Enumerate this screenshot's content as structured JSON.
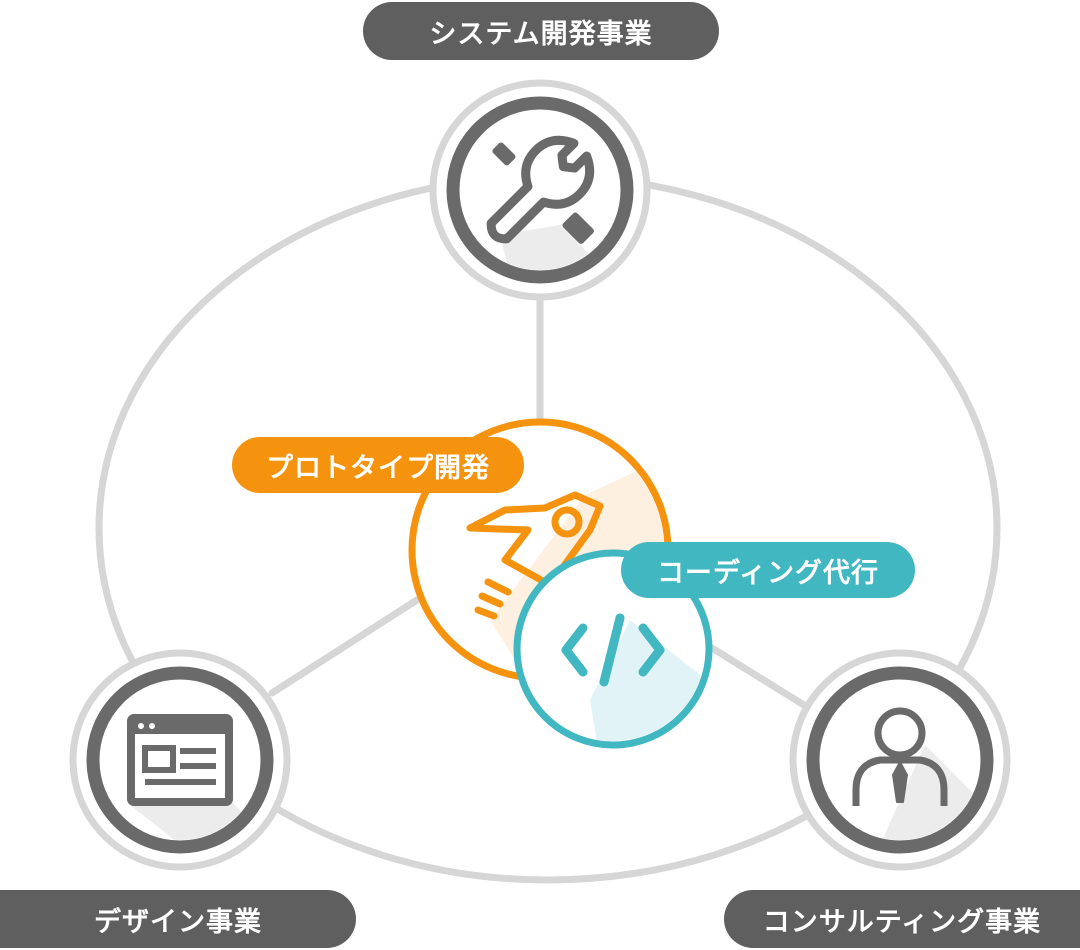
{
  "labels": {
    "system": "システム開発事業",
    "prototype": "プロトタイプ開発",
    "coding": "コーディング代行",
    "design": "デザイン事業",
    "consulting": "コンサルティング事業"
  },
  "icons": {
    "system": "tools-icon",
    "prototype": "rocket-icon",
    "coding": "code-icon",
    "design": "browser-window-icon",
    "consulting": "person-icon"
  },
  "colors": {
    "gray_label": "#5f5f5f",
    "node_ring": "#6a6a6a",
    "node_outer": "#d6d6d6",
    "connector": "#d6d6d6",
    "prototype_accent": "#f5930e",
    "coding_accent": "#41b7c2"
  }
}
